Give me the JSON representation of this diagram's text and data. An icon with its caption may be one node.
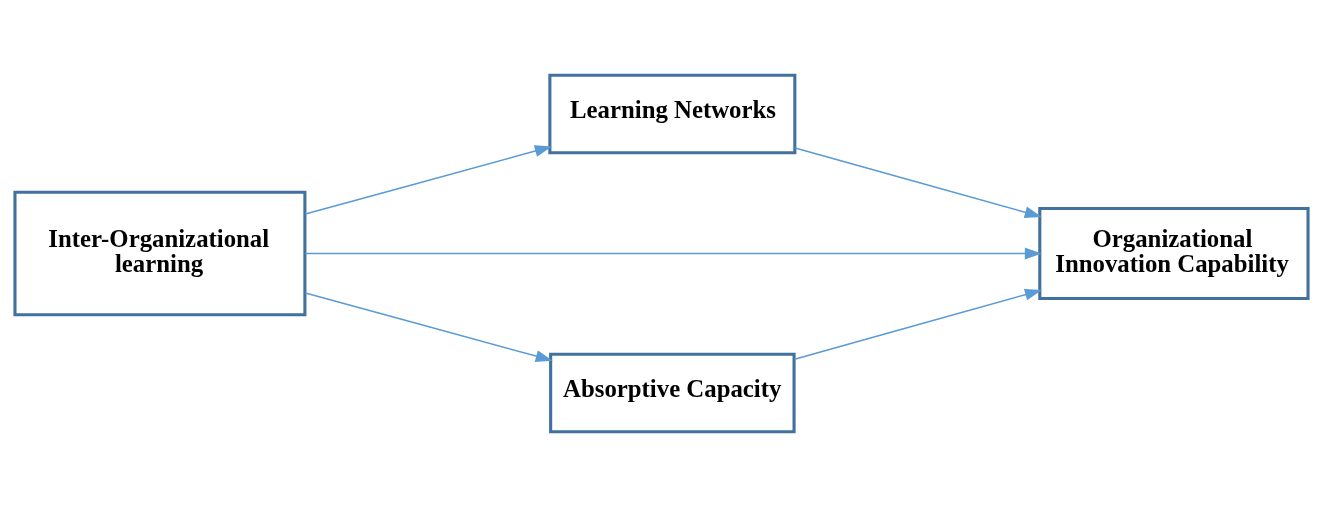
{
  "diagram": {
    "nodes": [
      {
        "text": [
          "Inter-Organizational learning"
        ]
      },
      {
        "text": [
          "Learning Networks"
        ]
      },
      {
        "text": [
          "Organizational Innovation Capability"
        ]
      },
      {
        "text": [
          "Absorptive Capacity"
        ]
      }
    ],
    "edges": [
      {
        "from": 0,
        "to": 1,
        "arrow": "to"
      },
      {
        "from": 1,
        "to": 2,
        "arrow": "to"
      },
      {
        "from": 0,
        "to": 2,
        "arrow": "to"
      },
      {
        "from": 0,
        "to": 3,
        "arrow": "to"
      },
      {
        "from": 3,
        "to": 2,
        "arrow": "to"
      }
    ]
  }
}
